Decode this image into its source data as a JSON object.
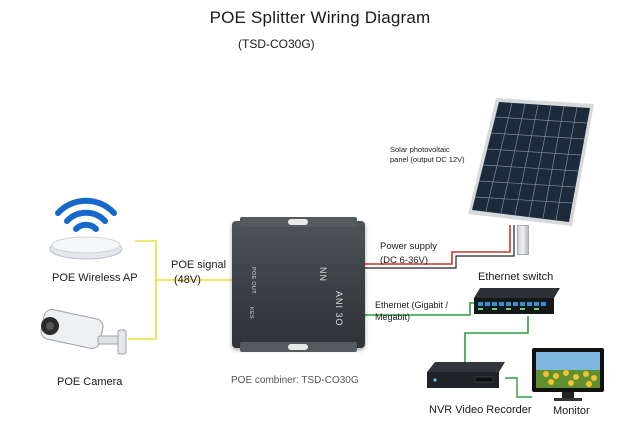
{
  "title": "POE Splitter Wiring Diagram",
  "subtitle": "(TSD-CO30G)",
  "devices": {
    "wireless_ap": "POE Wireless AP",
    "camera": "POE Camera",
    "switch": "Ethernet switch",
    "nvr": "NVR Video Recorder",
    "monitor": "Monitor",
    "solar": "Solar photovoltaic panel (output DC 12V)"
  },
  "links": {
    "poe_signal": "POE signal",
    "poe_signal_voltage": "(48V)",
    "power_supply": "Power supply",
    "power_supply_voltage": "(DC 6-36V)",
    "ethernet": "Ethernet (Gigabit / Megabit)"
  },
  "box": {
    "caption": "POE combiner: TSD-CO30G",
    "label_in_a": "NN",
    "label_in_b": "ANI 3O",
    "label_poe_out": "POE OUT",
    "label_kes": "KES"
  },
  "colors": {
    "poe_wire": "#e8e23a",
    "power_wire": "#c0392b",
    "power_wire_dark": "#222222",
    "ethernet_wire": "#2e9e3e"
  }
}
